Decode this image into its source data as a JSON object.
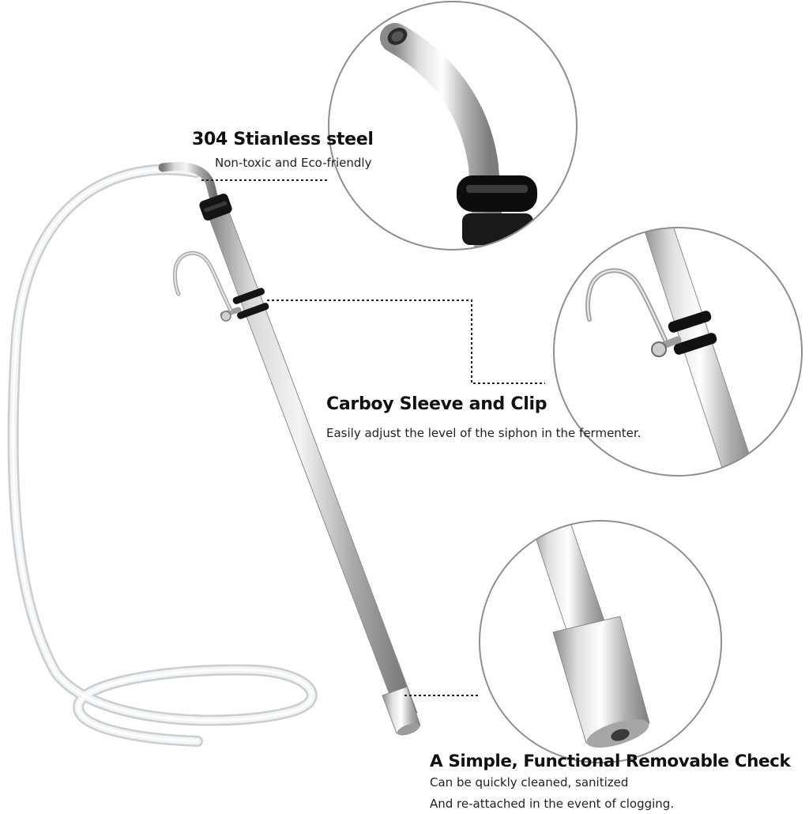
{
  "features": [
    {
      "title": "304 Stianless steel",
      "description": "Non-toxic and Eco-friendly"
    },
    {
      "title": "Carboy Sleeve and Clip",
      "description": "Easily adjust the level of the siphon in the fermenter."
    },
    {
      "title": "A Simple, Functional Removable Check",
      "description_lines": [
        "Can be quickly cleaned, sanitized",
        "And re-attached in the event of clogging."
      ]
    }
  ],
  "colors": {
    "background": "#ffffff",
    "steel": "#b8b8b8",
    "tubing": "#e4e8ea",
    "rubber": "#111111",
    "callout_line": "#222222"
  }
}
